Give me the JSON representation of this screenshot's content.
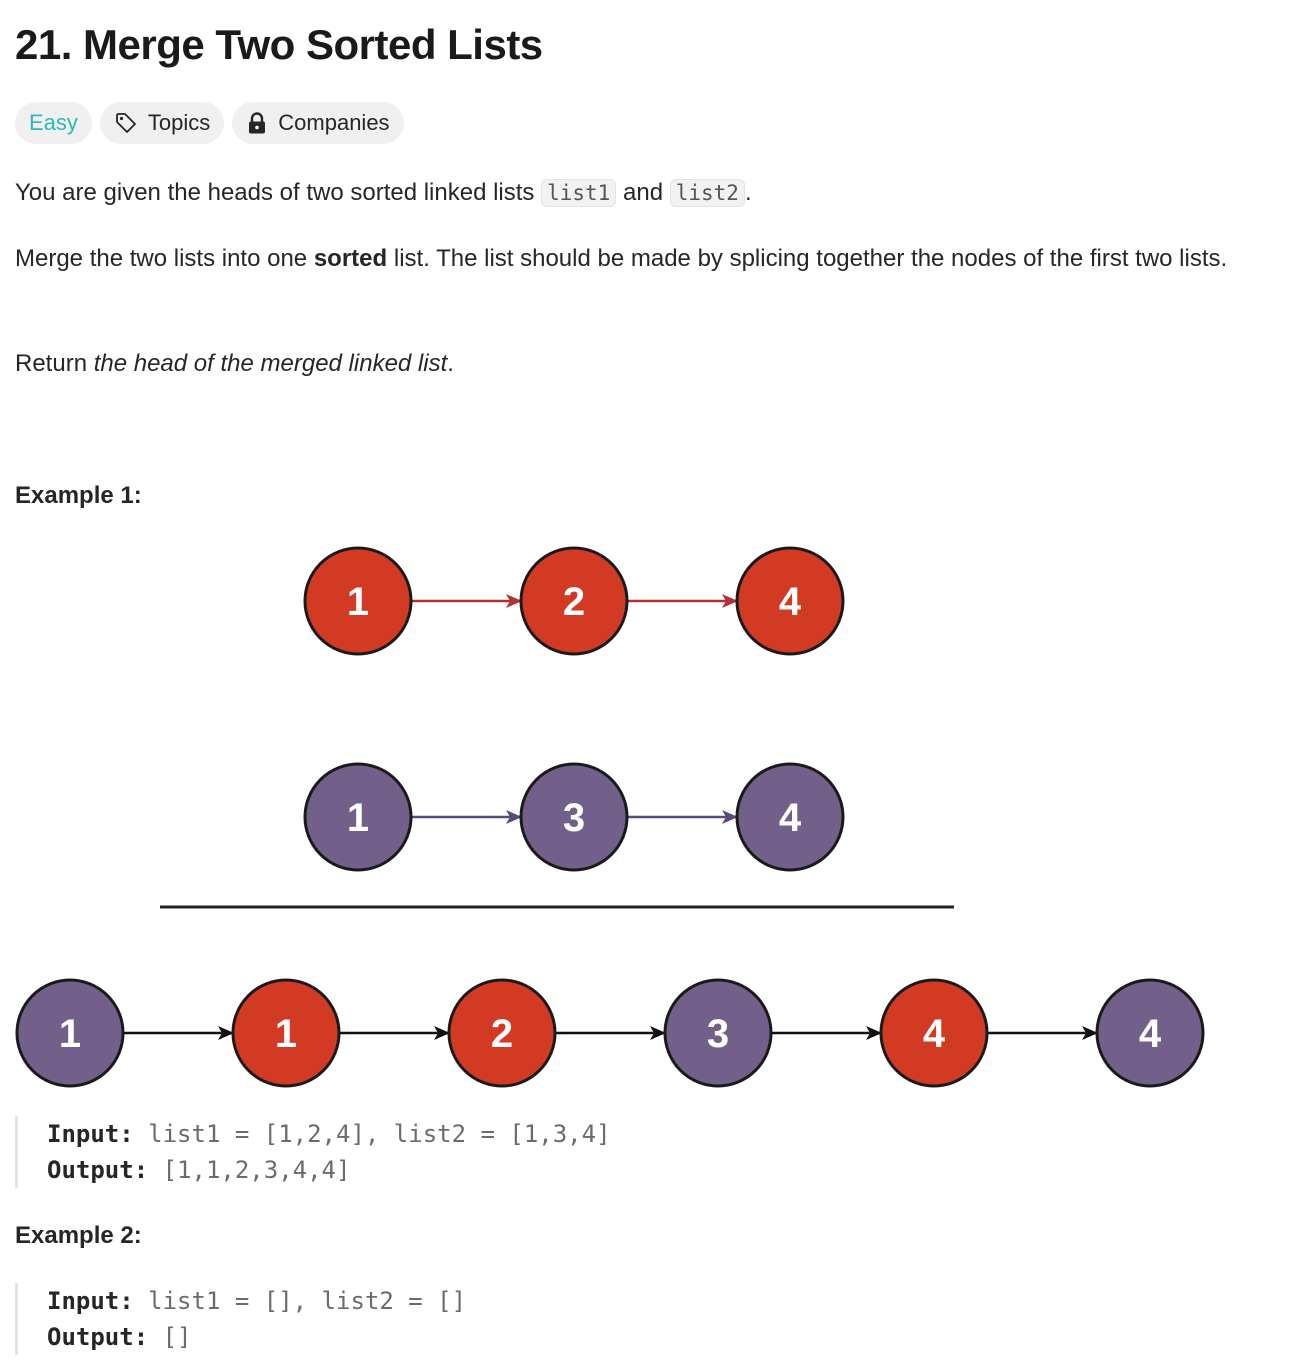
{
  "problem": {
    "title": "21. Merge Two Sorted Lists",
    "difficulty": "Easy",
    "topics_label": "Topics",
    "companies_label": "Companies"
  },
  "description": {
    "p1_before": "You are given the heads of two sorted linked lists ",
    "p1_code1": "list1",
    "p1_and": " and ",
    "p1_code2": "list2",
    "p1_after": ".",
    "p2_before": "Merge the two lists into one ",
    "p2_bold": "sorted",
    "p2_after": " list. The list should be made by splicing together the nodes of the first two lists.",
    "p3_before": "Return ",
    "p3_italic": "the head of the merged linked list",
    "p3_after": "."
  },
  "example1": {
    "heading": "Example 1:",
    "input_label": "Input:",
    "input_value": " list1 = [1,2,4], list2 = [1,3,4]",
    "output_label": "Output:",
    "output_value": " [1,1,2,3,4,4]",
    "diagram": {
      "list1": [
        "1",
        "2",
        "4"
      ],
      "list2": [
        "1",
        "3",
        "4"
      ],
      "merged": [
        {
          "v": "1",
          "src": "list2"
        },
        {
          "v": "1",
          "src": "list1"
        },
        {
          "v": "2",
          "src": "list1"
        },
        {
          "v": "3",
          "src": "list2"
        },
        {
          "v": "4",
          "src": "list1"
        },
        {
          "v": "4",
          "src": "list2"
        }
      ]
    }
  },
  "example2": {
    "heading": "Example 2:",
    "input_label": "Input:",
    "input_value": " list1 = [], list2 = []",
    "output_label": "Output:",
    "output_value": " []"
  },
  "colors": {
    "list1_node": "#d23a23",
    "list2_node": "#72608a",
    "list1_arrow": "#b53030",
    "list2_arrow": "#5a4a78",
    "merged_arrow": "#111111",
    "easy": "#2db8b4"
  }
}
